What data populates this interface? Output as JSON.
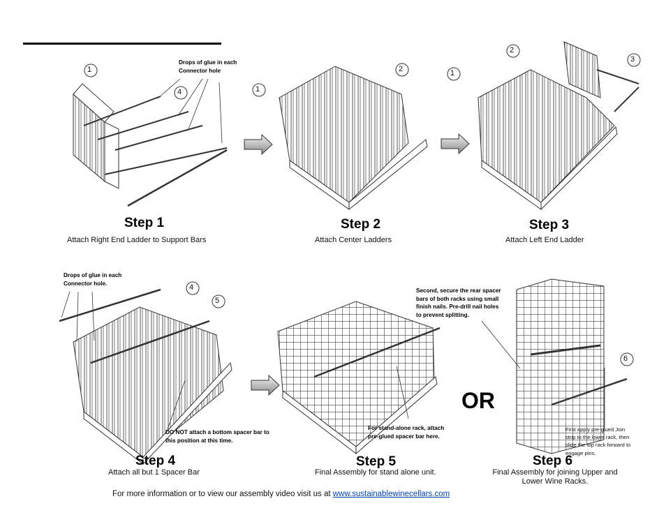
{
  "steps": [
    {
      "title": "Step 1",
      "desc": "Attach Right End Ladder to Support Bars"
    },
    {
      "title": "Step 2",
      "desc": "Attach Center Ladders"
    },
    {
      "title": "Step 3",
      "desc": "Attach Left End Ladder"
    },
    {
      "title": "Step 4",
      "desc": "Attach all but 1 Spacer Bar"
    },
    {
      "title": "Step 5",
      "desc": "Final Assembly for stand alone unit."
    },
    {
      "title": "Step 6",
      "desc_line1": "Final Assembly for joining Upper and",
      "desc_line2": "Lower Wine Racks."
    }
  ],
  "notes": {
    "glue1_line1": "Drops of glue in each",
    "glue1_line2": "Connector hole",
    "glue4_line1": "Drops of glue in each",
    "glue4_line2": "Connector hole.",
    "no_bottom_line1": "DO NOT attach a bottom spacer bar to",
    "no_bottom_line2": "this position at this time.",
    "standalone_line1": "For stand-alone rack, attach",
    "standalone_line2": "pre-glued spacer bar here.",
    "rear_line1": "Second, secure the rear spacer",
    "rear_line2": "bars of both racks using small",
    "rear_line3": "finish nails. Pre-drill nail holes",
    "rear_line4": "to prevent splitting.",
    "join_line1": "First apply pre-glued Join",
    "join_line2": "strip to the lower rack, then",
    "join_line3": "slide the top rack forward to",
    "join_line4": "engage pins."
  },
  "or_label": "OR",
  "callouts": {
    "c1": "1",
    "c2": "2",
    "c3": "3",
    "c4": "4",
    "c5": "5",
    "c6": "6"
  },
  "footer": {
    "text": "For more information or to view our assembly video visit us at",
    "link": "www.sustainablewinecellars.com"
  }
}
